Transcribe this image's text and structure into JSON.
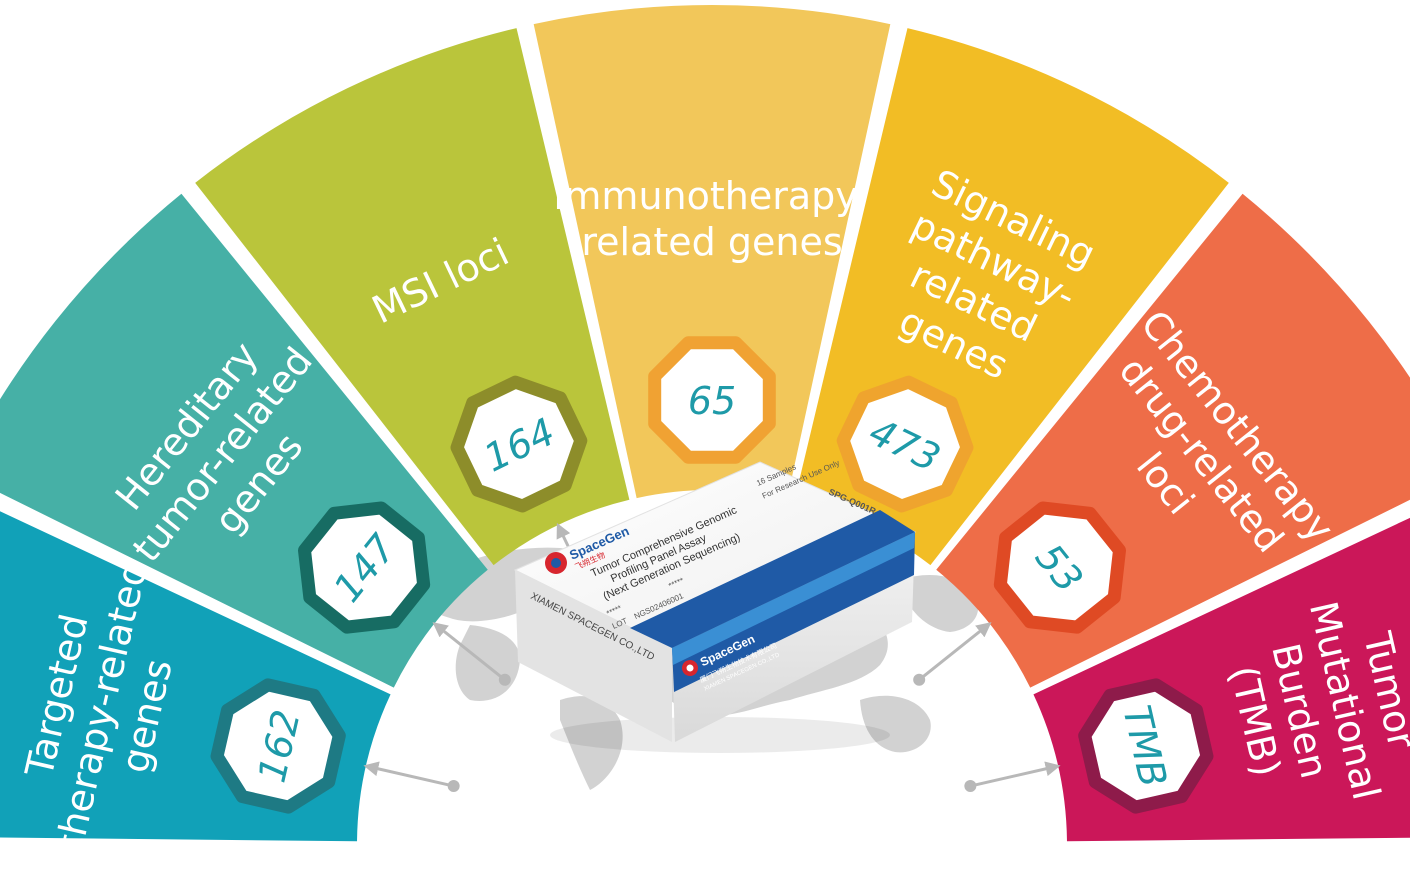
{
  "segments": [
    {
      "label_lines": [
        "Targeted",
        "therapy-related",
        "genes"
      ],
      "value": "162",
      "color": "#11A1B8",
      "badge_color": "#1E7A84"
    },
    {
      "label_lines": [
        "Hereditary",
        "tumor-related",
        "genes"
      ],
      "value": "147",
      "color": "#46B0A6",
      "badge_color": "#176C63"
    },
    {
      "label_lines": [
        "MSI loci"
      ],
      "value": "164",
      "color": "#BAC53B",
      "badge_color": "#8D8D2A"
    },
    {
      "label_lines": [
        "Immunotherapy-",
        "related genes"
      ],
      "value": "65",
      "color": "#F2C75A",
      "badge_color": "#F0A233"
    },
    {
      "label_lines": [
        "Signaling",
        "pathway-",
        "related",
        "genes"
      ],
      "value": "473",
      "color": "#F2BD25",
      "badge_color": "#EFA42E"
    },
    {
      "label_lines": [
        "Chemotherapy",
        "drug-related",
        "loci"
      ],
      "value": "53",
      "color": "#EE6D48",
      "badge_color": "#DF4A24"
    },
    {
      "label_lines": [
        "Tumor",
        "Mutational",
        "Burden",
        "(TMB)"
      ],
      "value": "TMB",
      "color": "#CB1759",
      "badge_color": "#8E1B4A"
    }
  ],
  "product_box": {
    "brand": "SpaceGen",
    "brand_cn": "飞朔生物",
    "title_lines": [
      "Tumor Comprehensive Genomic",
      "Profiling Panel Assay",
      "(Next Generation Sequencing)"
    ],
    "catalog": "SPG-Q001R",
    "samples": "16 Samples",
    "research": "For Research Use Only",
    "lot": "NGS02406001",
    "company_side": "XIAMEN SPACEGEN CO.,LTD",
    "company_front": "XIAMEN SPACEGEN CO.,LTD",
    "company_cn": "厦门飞朔生物技术有限公司",
    "stars1": "*****",
    "stars2": "*****",
    "lot_tag": "LOT"
  }
}
